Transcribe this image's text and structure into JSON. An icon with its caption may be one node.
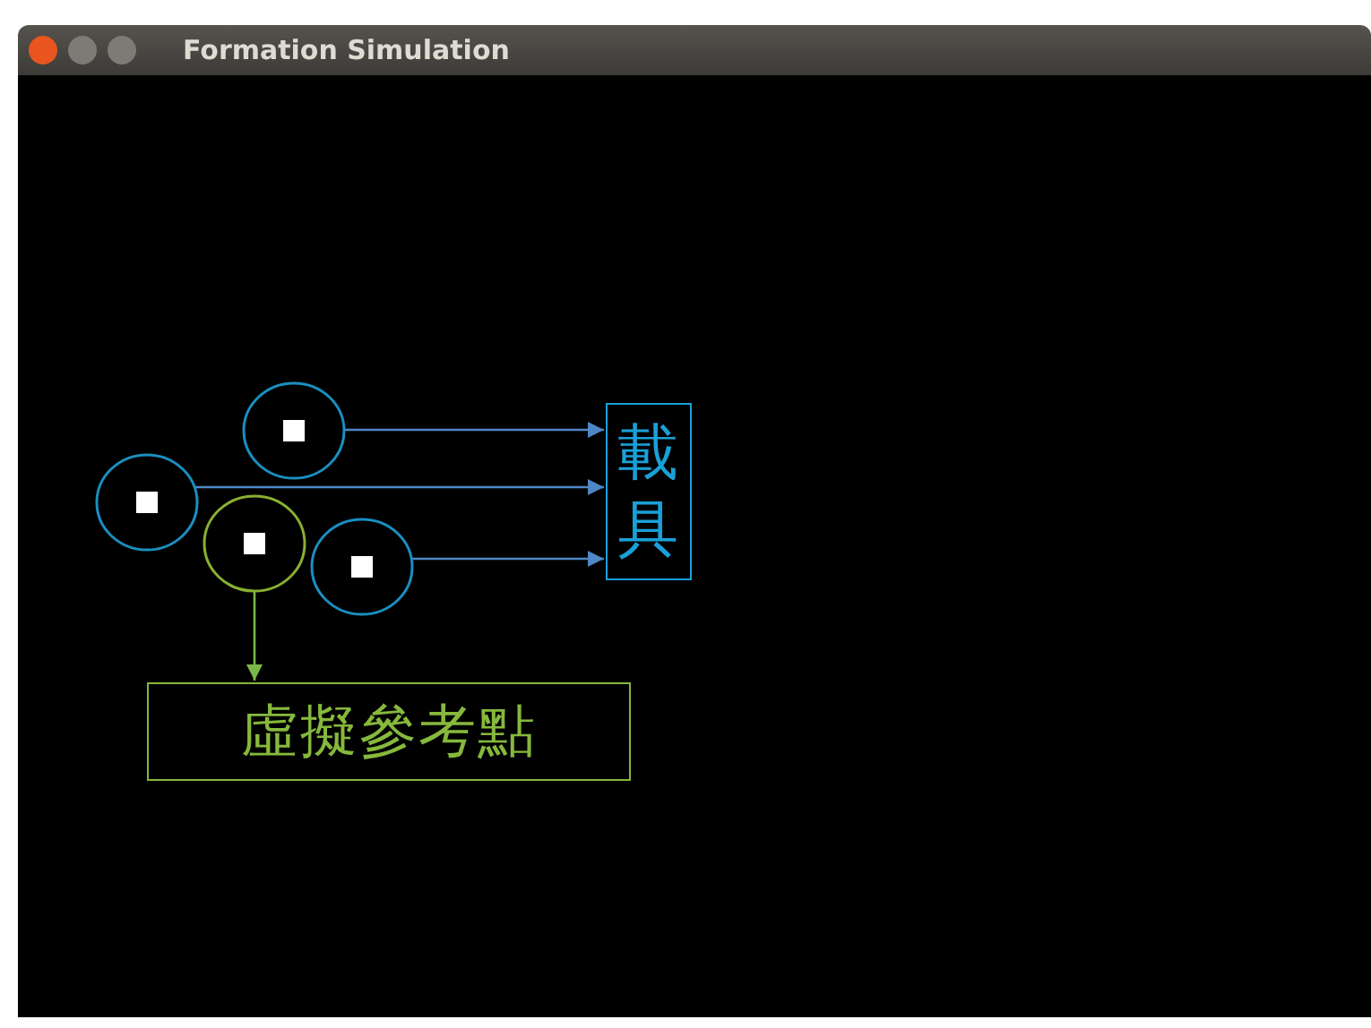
{
  "diagram": {
    "title": "Formation Simulation",
    "nodes": [
      {
        "text": [],
        "shape": "circle"
      },
      {
        "text": [],
        "shape": "circle"
      },
      {
        "text": [],
        "shape": "circle"
      },
      {
        "text": [],
        "shape": "circle"
      },
      {
        "text": [
          "載具"
        ]
      },
      {
        "text": [
          "虛擬參考點"
        ]
      }
    ],
    "edges": [
      {
        "from": 0,
        "to": 4,
        "arrow": "to"
      },
      {
        "from": 1,
        "to": 4,
        "arrow": "to"
      },
      {
        "from": 3,
        "to": 4,
        "arrow": "to"
      },
      {
        "from": 2,
        "to": 5,
        "arrow": "to",
        "color": "#7ab648"
      }
    ]
  }
}
